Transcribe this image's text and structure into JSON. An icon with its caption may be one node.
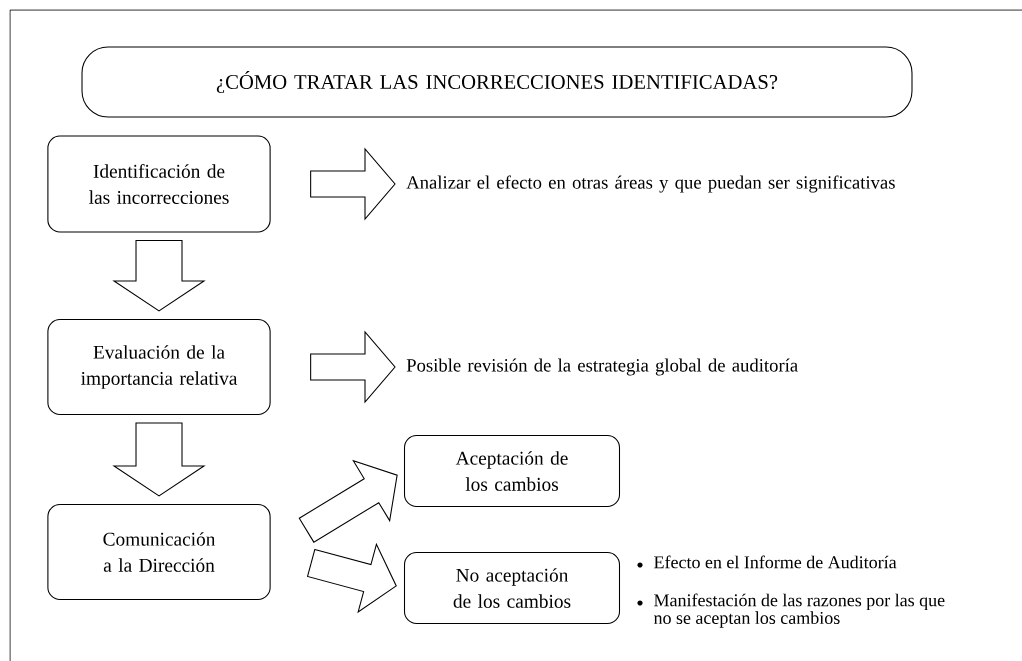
{
  "diagram": {
    "nodes": [
      {
        "text": [
          "¿CÓMO TRATAR LAS INCORRECCIONES IDENTIFICADAS?"
        ]
      },
      {
        "text": [
          "Identificación de las incorrecciones"
        ]
      },
      {
        "text": [
          "Analizar el efecto en otras áreas y que puedan ser significativas"
        ]
      },
      {
        "text": [
          "Evaluación de la importancia relativa"
        ]
      },
      {
        "text": [
          "Posible revisión de la estrategia global de auditoría"
        ]
      },
      {
        "text": [
          "Comunicación a la Dirección"
        ]
      },
      {
        "text": [
          "Aceptación de los cambios"
        ]
      },
      {
        "text": [
          "No aceptación de los cambios"
        ]
      }
    ],
    "edges": [
      {
        "from": 1,
        "to": 2,
        "arrow": "to"
      },
      {
        "from": 1,
        "to": 3,
        "arrow": "to"
      },
      {
        "from": 3,
        "to": 4,
        "arrow": "to"
      },
      {
        "from": 3,
        "to": 5,
        "arrow": "to"
      },
      {
        "from": 5,
        "to": 6,
        "arrow": "to"
      },
      {
        "from": 5,
        "to": 7,
        "arrow": "to"
      }
    ],
    "labels": [
      "Efecto en el Informe de Auditoría",
      "Manifestación de las razones por las que no se aceptan los cambios"
    ]
  }
}
